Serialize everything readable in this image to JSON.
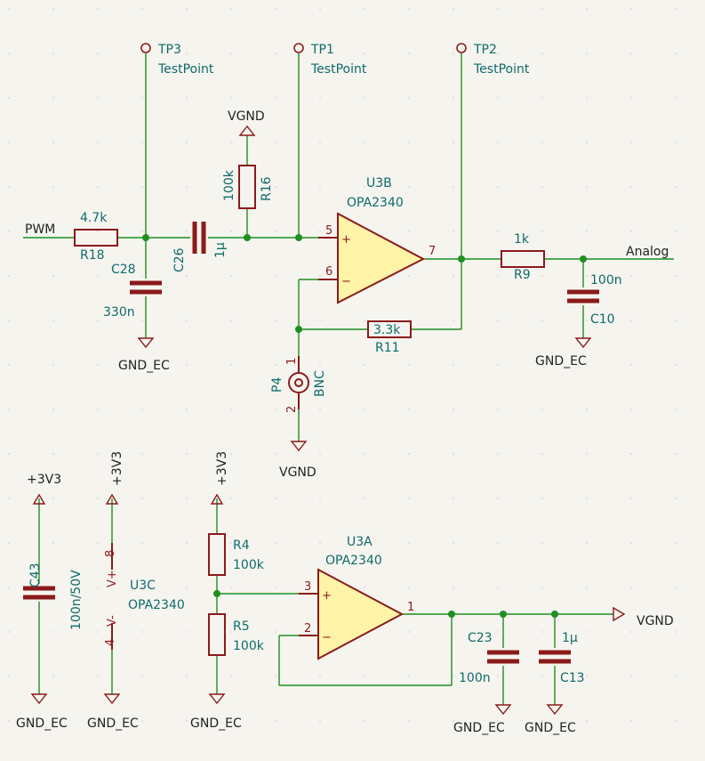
{
  "nets": {
    "pwm": "PWM",
    "analog": "Analog",
    "vgnd": "VGND",
    "gnd_ec": "GND_EC",
    "v3v3": "+3V3"
  },
  "testpoints": [
    {
      "ref": "TP3",
      "value": "TestPoint"
    },
    {
      "ref": "TP1",
      "value": "TestPoint"
    },
    {
      "ref": "TP2",
      "value": "TestPoint"
    }
  ],
  "resistors": {
    "r18": {
      "ref": "R18",
      "value": "4.7k"
    },
    "r16": {
      "ref": "R16",
      "value": "100k"
    },
    "r9": {
      "ref": "R9",
      "value": "1k"
    },
    "r11": {
      "ref": "R11",
      "value": "3.3k"
    },
    "r4": {
      "ref": "R4",
      "value": "100k"
    },
    "r5": {
      "ref": "R5",
      "value": "100k"
    }
  },
  "capacitors": {
    "c28": {
      "ref": "C28",
      "value": "330n"
    },
    "c26": {
      "ref": "C26",
      "value": "1µ"
    },
    "c10": {
      "ref": "C10",
      "value": "100n"
    },
    "c43": {
      "ref": "C43",
      "value": "100n/50V"
    },
    "c23": {
      "ref": "C23",
      "value": "100n"
    },
    "c13": {
      "ref": "C13",
      "value": "1µ"
    }
  },
  "opamps": {
    "u3b": {
      "ref": "U3B",
      "value": "OPA2340",
      "pin_plus": "5",
      "pin_minus": "6",
      "pin_out": "7"
    },
    "u3a": {
      "ref": "U3A",
      "value": "OPA2340",
      "pin_plus": "3",
      "pin_minus": "2",
      "pin_out": "1"
    },
    "u3c": {
      "ref": "U3C",
      "value": "OPA2340",
      "pin_vplus": "8",
      "pin_vminus": "4",
      "label_vplus": "V+",
      "label_vminus": "V-"
    }
  },
  "connector": {
    "ref": "P4",
    "value": "BNC",
    "pin1": "1",
    "pin2": "2"
  },
  "symbols": {
    "op_plus": "+",
    "op_minus": "−"
  },
  "colors": {
    "wire": "#1f8f1f",
    "component": "#8b1a1a",
    "body_fill": "#fff3a8",
    "label": "#0f6b6b",
    "background": "#f5f4ef"
  }
}
